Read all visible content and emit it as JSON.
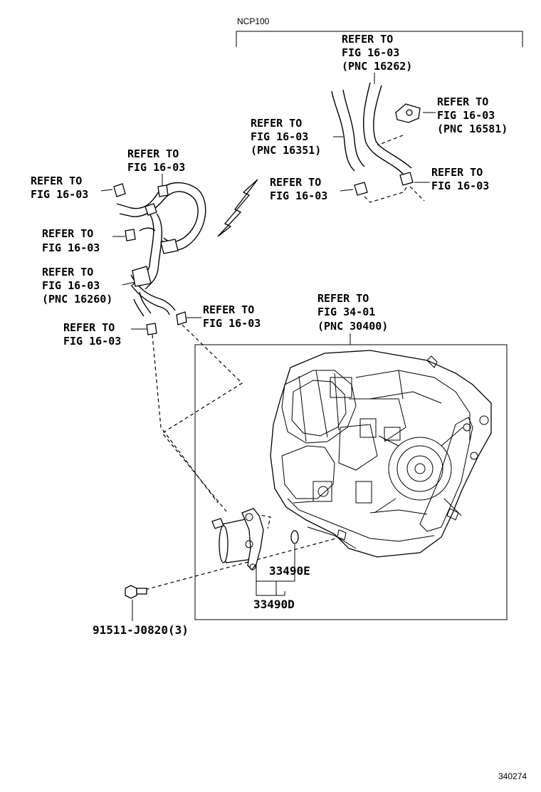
{
  "header": {
    "model_code": "NCP100"
  },
  "callouts": {
    "r1": [
      "REFER TO",
      "FIG 16-03",
      "(PNC 16262)"
    ],
    "r2": [
      "REFER TO",
      "FIG 16-03",
      "(PNC 16581)"
    ],
    "r3": [
      "REFER TO",
      "FIG 16-03",
      "(PNC 16351)"
    ],
    "r4": [
      "REFER TO",
      "FIG 16-03"
    ],
    "r5": [
      "REFER TO",
      "FIG 16-03"
    ],
    "r6": [
      "REFER TO",
      "FIG 16-03"
    ],
    "r7": [
      "REFER TO",
      "FIG 16-03"
    ],
    "r8": [
      "REFER TO",
      "FIG 16-03"
    ],
    "r9": [
      "REFER TO",
      "FIG 16-03",
      "(PNC 16260)"
    ],
    "r10": [
      "REFER TO",
      "FIG 16-03"
    ],
    "r11": [
      "REFER TO",
      "FIG 16-03"
    ],
    "r12": [
      "REFER TO",
      "FIG 34-01",
      "(PNC 30400)"
    ]
  },
  "parts": {
    "p1": "33490E",
    "p2": "33490D",
    "p3": "91511-J0820(3)"
  },
  "footer": {
    "drawing_number": "340274"
  }
}
